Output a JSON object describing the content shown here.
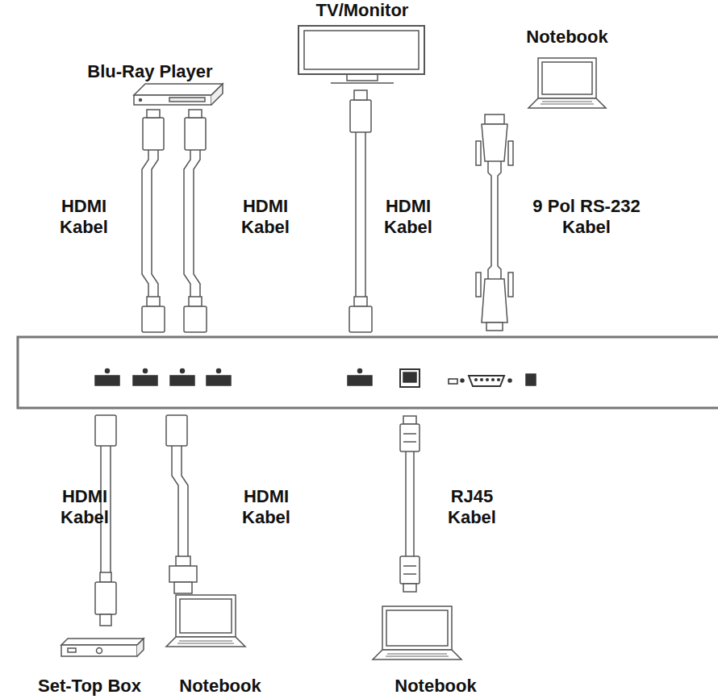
{
  "diagram": {
    "labels": [
      "TV/Monitor",
      "Notebook",
      "Blu-Ray Player",
      "HDMI Kabel",
      "HDMI Kabel",
      "HDMI Kabel",
      "9 Pol RS-232 Kabel",
      "HDMI Kabel",
      "HDMI Kabel",
      "RJ45 Kabel",
      "Set-Top Box",
      "Notebook",
      "Notebook"
    ]
  }
}
